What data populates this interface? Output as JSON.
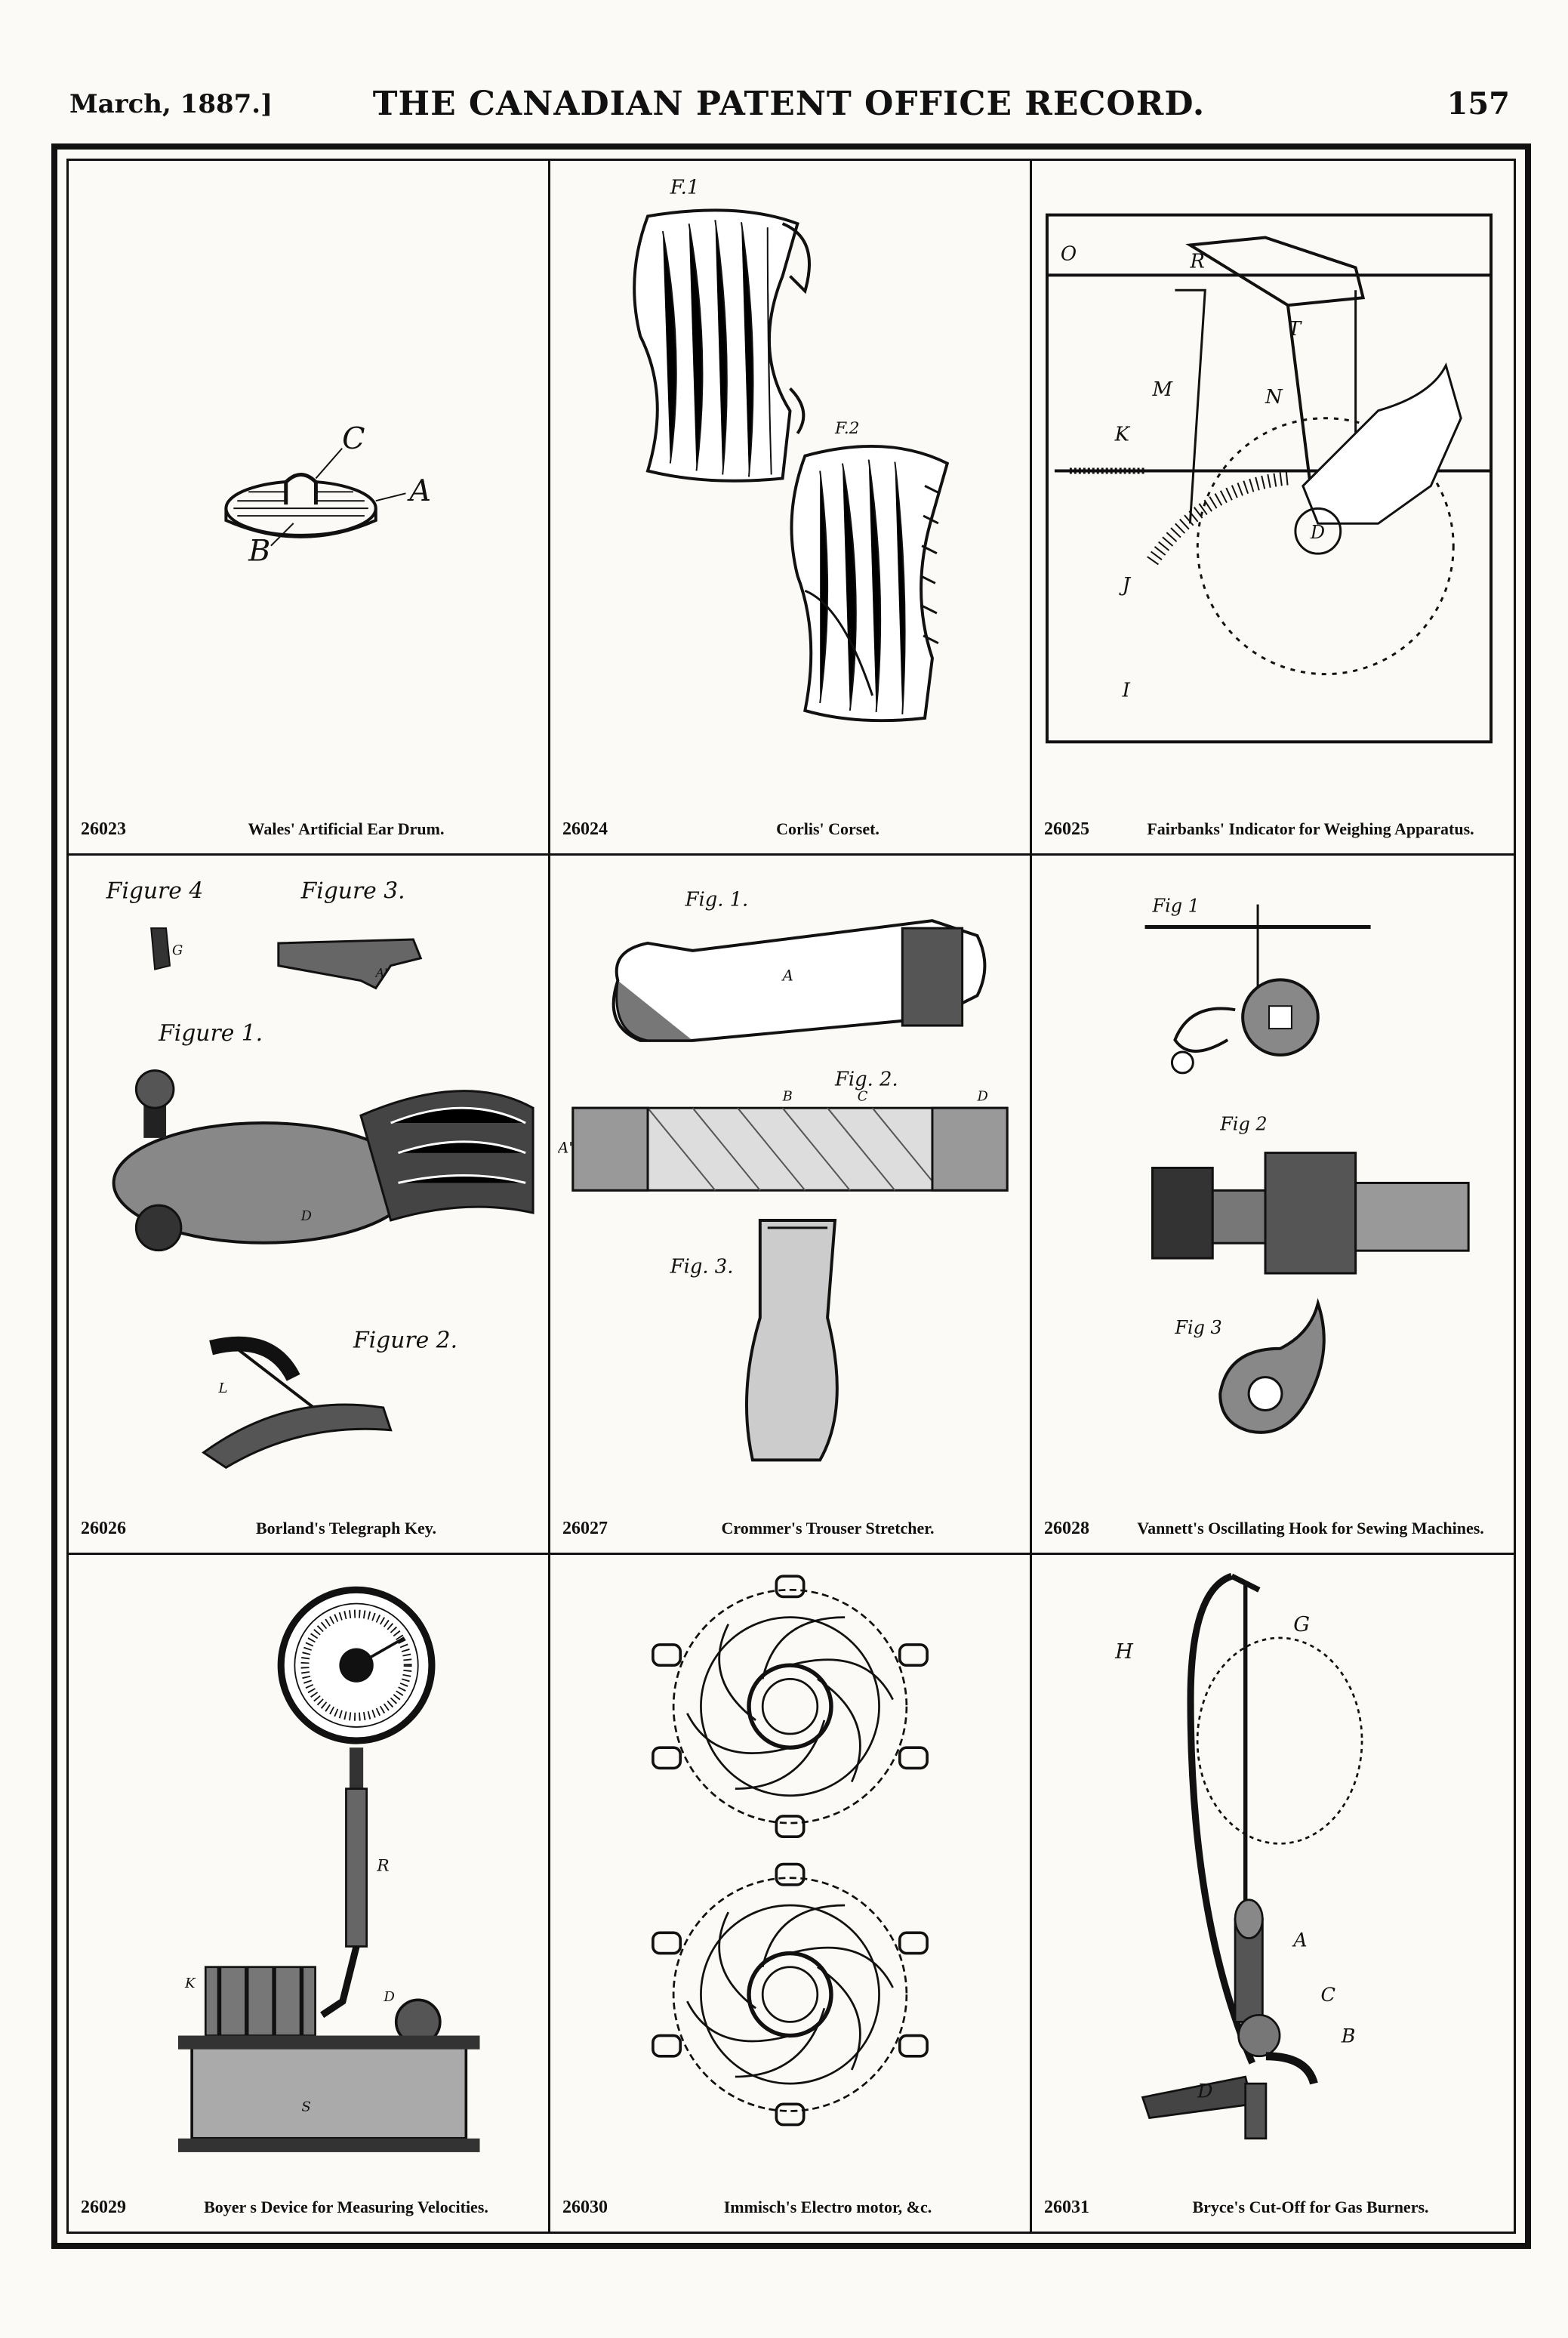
{
  "header": {
    "date": "March, 1887.]",
    "title": "THE CANADIAN PATENT OFFICE RECORD.",
    "page": "157"
  },
  "patents": [
    {
      "number": "26023",
      "title": "Wales' Artificial Ear Drum.",
      "labels": [
        "C",
        "A",
        "B"
      ]
    },
    {
      "number": "26024",
      "title": "Corlis' Corset.",
      "labels": [
        "F.1",
        "F.2"
      ]
    },
    {
      "number": "26025",
      "title": "Fairbanks' Indicator for Weighing Apparatus.",
      "labels": [
        "O",
        "R",
        "T",
        "M",
        "N",
        "K",
        "D",
        "J",
        "I"
      ]
    },
    {
      "number": "26026",
      "title": "Borland's Telegraph Key.",
      "labels": [
        "Figure 4",
        "Figure 3.",
        "Figure 1.",
        "Figure 2.",
        "G",
        "A'",
        "D",
        "L"
      ]
    },
    {
      "number": "26027",
      "title": "Crommer's Trouser Stretcher.",
      "labels": [
        "Fig. 1.",
        "Fig. 2.",
        "Fig. 3.",
        "A",
        "A'",
        "B",
        "C",
        "D"
      ]
    },
    {
      "number": "26028",
      "title": "Vannett's Oscillating Hook for Sewing Machines.",
      "labels": [
        "Fig 1",
        "Fig 2",
        "Fig 3"
      ]
    },
    {
      "number": "26029",
      "title": "Boyer s Device for Measuring Velocities.",
      "labels": [
        "K",
        "R",
        "D",
        "S"
      ]
    },
    {
      "number": "26030",
      "title": "Immisch's Electro motor, &c.",
      "labels": []
    },
    {
      "number": "26031",
      "title": "Bryce's Cut-Off for Gas Burners.",
      "labels": [
        "H",
        "G",
        "A",
        "C",
        "B",
        "D"
      ]
    }
  ]
}
